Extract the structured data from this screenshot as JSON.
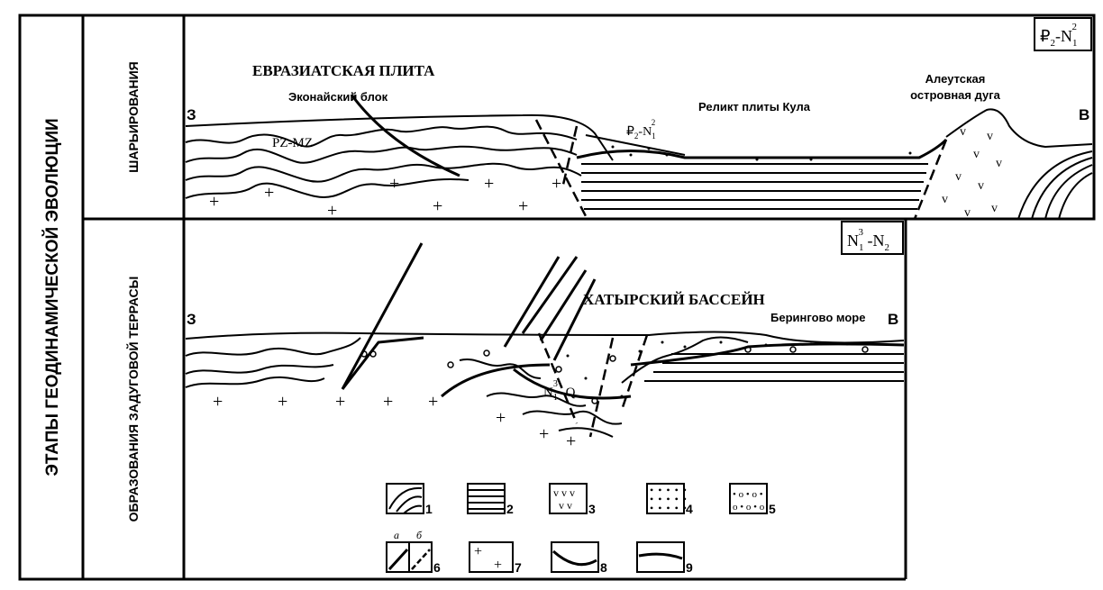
{
  "stages_title": "ЭТАПЫ ГЕОДИНАМИЧЕСКОЙ ЭВОЛЮЦИИ",
  "stage_top": {
    "label": "ШАРЬИРОВАНИЯ",
    "age_main": "₽",
    "age_sub1": "2",
    "age_mid": "-N",
    "age_sub2": "1",
    "age_sup": "2",
    "plate": "ЕВРАЗИАТСКАЯ ПЛИТА",
    "block": "Эконайский блок",
    "west": "З",
    "east": "В",
    "relict": "Реликт плиты Кула",
    "arc_line1": "Алеутская",
    "arc_line2": "островная дуга",
    "pzmz": "PZ-MZ",
    "sed_age_main": "₽",
    "sed_age_sub1": "2",
    "sed_age_mid": "-N",
    "sed_age_sub2": "1",
    "sed_age_sup": "2"
  },
  "stage_bottom": {
    "label": "ОБРАЗОВАНИЯ ЗАДУГОВОЙ ТЕРРАСЫ",
    "age_main": "N",
    "age_sub1": "1",
    "age_sup1": "3",
    "age_rest": " -N",
    "age_sub2": "2",
    "basin": "ХАТЫРСКИЙ БАССЕЙН",
    "sea": "Берингово море",
    "west": "З",
    "east": "В",
    "fill_main": "N",
    "fill_sub": "1",
    "fill_sup": "3",
    "fill_rest": " -Q"
  },
  "legend": {
    "items": [
      "1",
      "2",
      "3",
      "4",
      "5",
      "6",
      "7",
      "8",
      "9"
    ],
    "sub_a": "а",
    "sub_b": "б"
  }
}
